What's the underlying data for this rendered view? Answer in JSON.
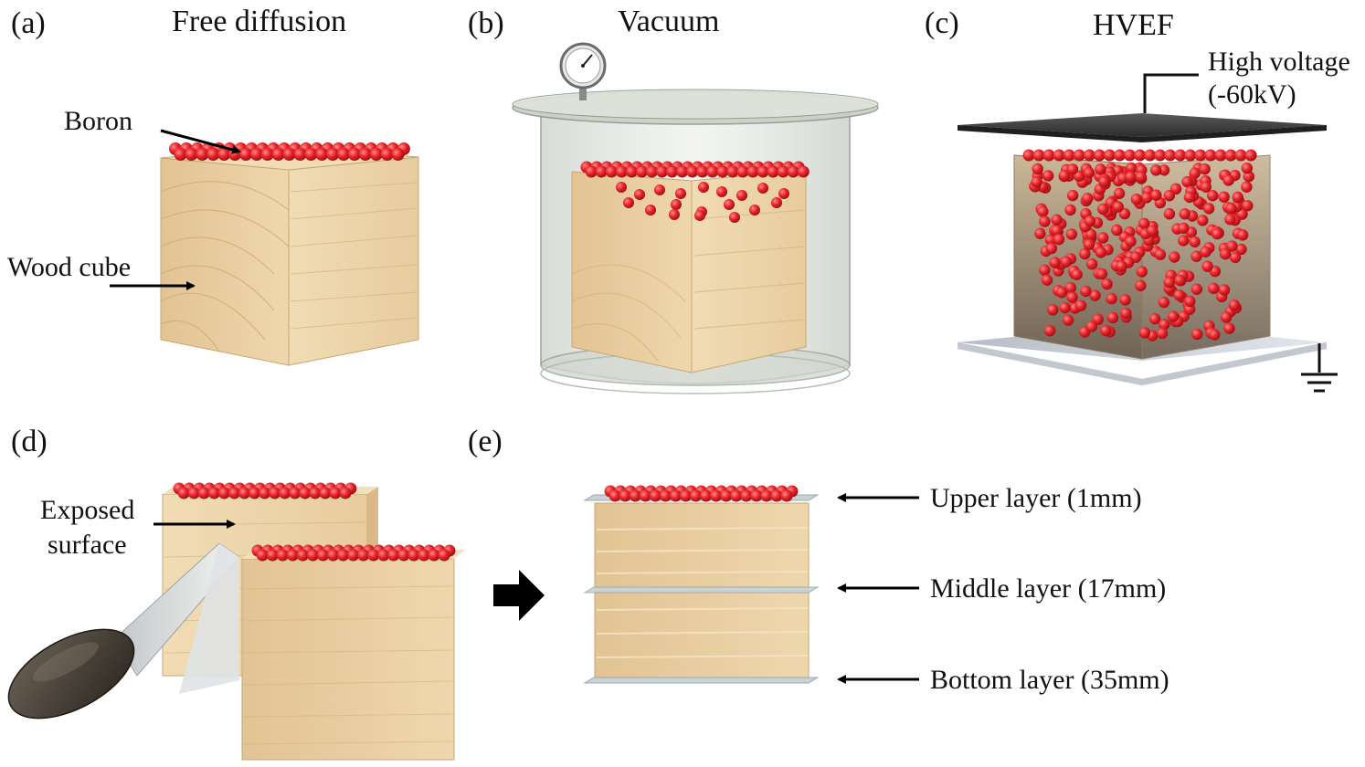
{
  "panels": {
    "a": {
      "tag": "(a)",
      "title": "Free diffusion",
      "boron_label": "Boron",
      "wood_label": "Wood cube"
    },
    "b": {
      "tag": "(b)",
      "title": "Vacuum"
    },
    "c": {
      "tag": "(c)",
      "title": "HVEF",
      "voltage_line1": "High voltage",
      "voltage_line2": "(-60kV)"
    },
    "d": {
      "tag": "(d)",
      "exposed_line1": "Exposed",
      "exposed_line2": "surface"
    },
    "e": {
      "tag": "(e)",
      "upper": "Upper layer (1mm)",
      "middle": "Middle layer (17mm)",
      "bottom": "Bottom layer (35mm)"
    }
  },
  "colors": {
    "boron": "#e8242a",
    "wood_light": "#ecd3a8",
    "wood_dark": "#d6b07a",
    "plate": "#3a3a3a"
  }
}
